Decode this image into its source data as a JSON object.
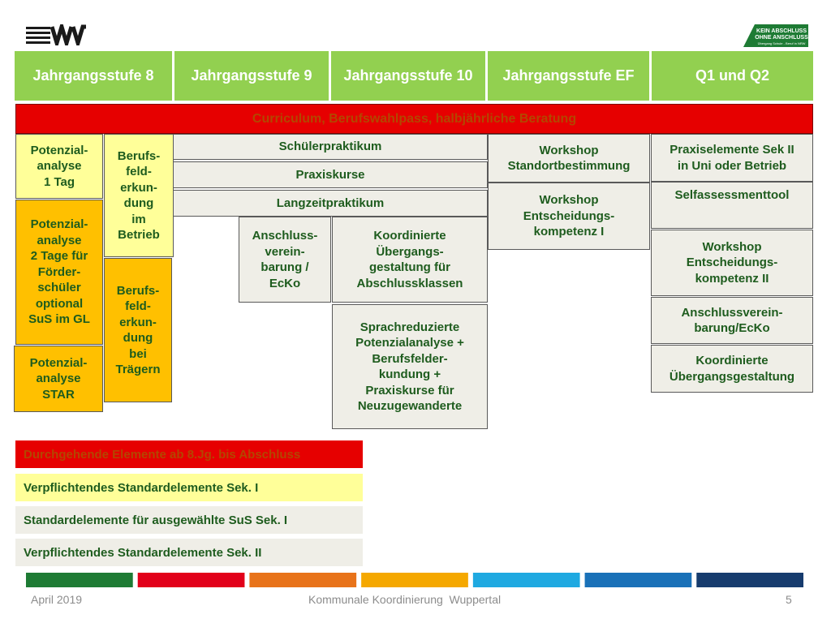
{
  "header": {
    "tabs": [
      "Jahrgangsstufe 8",
      "Jahrgangsstufe 9",
      "Jahrgangsstufe 10",
      "Jahrgangsstufe EF",
      "Q1 und Q2"
    ]
  },
  "banner": "Curriculum, Berufswahlpass, halbjährliche Beratung",
  "logo_right": {
    "line1": "KEIN ABSCHLUSS",
    "line2": "OHNE ANSCHLUSS",
    "line3": "Übergang Schule - Beruf in NRW"
  },
  "boxes": {
    "potenzialanalyse_1tag": "Potenzial-\nanalyse\n1 Tag",
    "potenzialanalyse_2tage": "Potenzial-\nanalyse\n2 Tage für\nFörder-\nschüler\noptional\nSuS im GL",
    "potenzialanalyse_star": "Potenzial-\nanalyse\nSTAR",
    "berufsfeld_betrieb": "Berufs-\nfeld-\nerkun-\ndung\nim\nBetrieb",
    "berufsfeld_traegern": "Berufs-\nfeld-\nerkun-\ndung\nbei\nTrägern",
    "schuelerpraktikum": "Schülerpraktikum",
    "praxiskurse": "Praxiskurse",
    "langzeitpraktikum": "Langzeitpraktikum",
    "anschlussvereinbarung": "Anschluss-\nverein-\nbarung /\nEcKo",
    "koordinierte_abschluss": "Koordinierte\nÜbergangs-\ngestaltung für\nAbschlussklassen",
    "sprachreduzierte": "Sprachreduzierte\nPotenzialanalyse +\nBerufsfelder-\nkundung +\nPraxiskurse für\nNeuzugewanderte",
    "workshop_standort": "Workshop\nStandortbestimmung",
    "workshop_entscheidung1": "Workshop\nEntscheidungs-\nkompetenz I",
    "praxiselemente": "Praxiselemente Sek II\nin Uni oder Betrieb",
    "selfassessment": "Selfassessmenttool",
    "workshop_entscheidung2": "Workshop\nEntscheidungs-\nkompetenz II",
    "anschluss_ecko2": "Anschlussverein-\nbarung/EcKo",
    "koordinierte_uebergang": "Koordinierte\nÜbergangsgestaltung"
  },
  "legend": [
    "Durchgehende Elemente ab 8.Jg. bis Abschluss",
    "Verpflichtendes Standardelemente Sek. I",
    "Standardelemente für ausgewählte SuS Sek. I",
    "Verpflichtendes Standardelemente Sek. II"
  ],
  "footer": {
    "date": "April 2019",
    "center": "Kommunale Koordinierung  Wuppertal",
    "page": "5"
  },
  "colors": {
    "header_green": "#92d050",
    "banner_red": "#e60000",
    "yellow": "#ffff99",
    "orange": "#ffc000",
    "grey": "#efeee7",
    "stripe": [
      "#1e7b34",
      "#e2001a",
      "#e8731a",
      "#f5a800",
      "#1fa9e1",
      "#1a71b8",
      "#173c6e"
    ]
  }
}
